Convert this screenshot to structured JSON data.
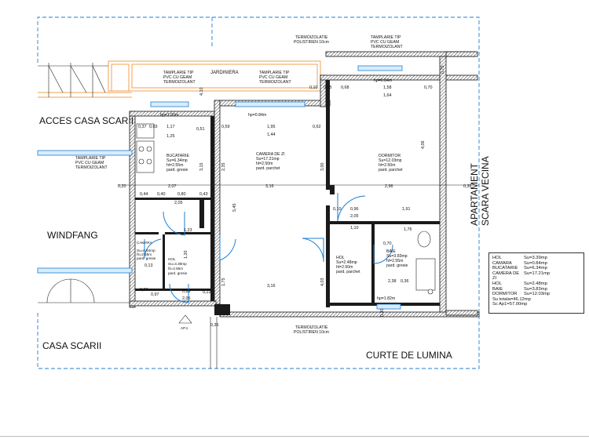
{
  "areas": {
    "acces": "ACCES CASA SCARII",
    "windfang": "WINDFANG",
    "casa_scarii": "CASA SCARII",
    "curte": "CURTE DE LUMINA",
    "apartament_1": "APARTAMENT",
    "apartament_2": "SCARA VECINA",
    "jardiniera": "JARDINIERA",
    "ap": "AP.1"
  },
  "notes": {
    "window_1": [
      "TAMPLARIE TIP",
      "PVC CU GEAM",
      "TERMOIZOLANT"
    ],
    "window_2": [
      "TAMPLARIE TIP",
      "PVC CU GEAM",
      "TERMOIZOLANT"
    ],
    "window_3": [
      "TAMPLARIE TIP",
      "PVC CU GEAM",
      "TERMOIZOLANT"
    ],
    "window_4": [
      "TAMPLARIE TIP",
      "PVC CU GEAM",
      "TERMOIZOLANT"
    ],
    "insul_top": [
      "TERMOIZOLATIE",
      "POLISTIREN 10cm"
    ],
    "insul_bottom": [
      "TERMOIZOLATIE",
      "POLISTIREN 10cm"
    ],
    "hp_bucatarie": "hp=1.00m",
    "hp_camera": "hp=0.84m",
    "hp_dormitor": "hp=0.84m",
    "hp_baie": "hp=1.82m"
  },
  "rooms": {
    "bucatarie": [
      "BUCATARIE",
      "Su=6.34mp",
      "hl=2.55m",
      "pard. gresie"
    ],
    "camera": [
      "CAMERA DE ZI",
      "Su=17.21mp",
      "hl=2.50m",
      "pard. parchet"
    ],
    "dormitor": [
      "DORMITOR",
      "Su=12.03mp",
      "hl=2.50m",
      "pard. parchet"
    ],
    "camara": [
      "CAMARA",
      "Su=0.84mp",
      "hl=2.55m",
      "pard. gresie"
    ],
    "hol_small": [
      "HOL",
      "Su=3.39mp",
      "hl=2.55m",
      "pard. gresie"
    ],
    "hol": [
      "HOL",
      "Su=2.48mp",
      "hl=2.50m",
      "pard. parchet"
    ],
    "baie": [
      "BAIE",
      "Su=3.83mp",
      "hl=2.55m",
      "pard. gresie"
    ]
  },
  "dims": {
    "d_037": "0,37",
    "d_003": "0,03",
    "d_117": "1,17",
    "d_125": "1,25",
    "d_051": "0,51",
    "d_059": "0,59",
    "d_195": "1,95",
    "d_144": "1,44",
    "d_062": "0,62",
    "d_068": "0,68",
    "d_158": "1,58",
    "d_164": "1,64",
    "d_070a": "0,70",
    "d_010a": "0,10",
    "d_015": "0,15",
    "d_410": "4,10",
    "d_075": "0,75",
    "d_020a": "0,20",
    "d_207": "2,07",
    "d_316a": "3,16",
    "d_296": "2,96",
    "d_035a": "0,35",
    "d_044": "0,44",
    "d_040": "0,40",
    "d_080": "0,80",
    "d_043": "0,43",
    "d_205a": "2,05",
    "d_123": "1,23",
    "d_010b": "0,10",
    "d_096": "0,96",
    "d_205b": "2,05",
    "d_191": "1,91",
    "d_110": "1,10",
    "d_070b": "0,70",
    "d_176": "1,76",
    "d_316b": "3,16",
    "d_120": "1,20",
    "d_175": "1,75",
    "d_545": "5,45",
    "d_020b": "0,20",
    "d_097": "0,97",
    "d_089": "0,89",
    "d_022": "0,22",
    "d_205c": "2,05",
    "d_035b": "0,35",
    "d_036": "0,36",
    "d_238": "2,38",
    "d_403": "4,03",
    "d_300": "3,00",
    "d_315": "3,15",
    "d_235": "2,35",
    "d_406": "4,06",
    "d_013": "0,13",
    "d_030": "0,30"
  },
  "legend": {
    "rows": [
      {
        "name": "HOL",
        "value": "Su=3.39mp"
      },
      {
        "name": "CAMARA",
        "value": "Su=0.84mp"
      },
      {
        "name": "BUCATARIE",
        "value": "Su=6.34mp"
      },
      {
        "name": "CAMERA DE ZI",
        "value": "Su=17.21mp"
      },
      {
        "name": "HOL",
        "value": "Su=2.48mp"
      },
      {
        "name": "BAIE",
        "value": "Su=3.83mp"
      },
      {
        "name": "DORMITOR",
        "value": "Su=12.03mp"
      }
    ],
    "total_1": "Su totala=46.12mp",
    "total_2": "Sc Ap1=57.00mp"
  },
  "colors": {
    "wall": "#1a1a1a",
    "window": "#1e7fd2",
    "balcony": "#f0a050"
  }
}
